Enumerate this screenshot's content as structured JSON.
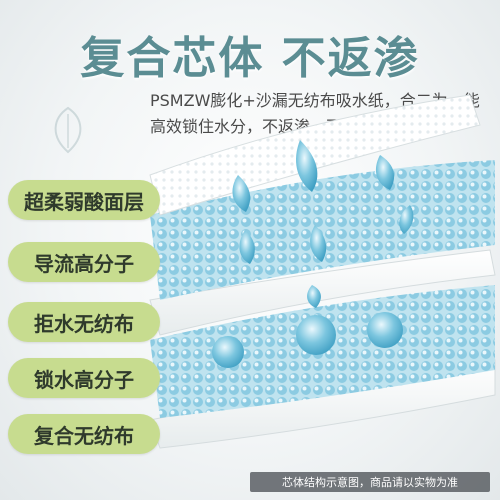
{
  "headline": "复合芯体 不返渗",
  "description": "PSMZW膨化+沙漏无纺布吸水纸，合二为一能高效锁住水分，不返渗，不断层",
  "layers": [
    {
      "label": "超柔弱酸面层"
    },
    {
      "label": "导流高分子"
    },
    {
      "label": "拒水无纺布"
    },
    {
      "label": "锁水高分子"
    },
    {
      "label": "复合无纺布"
    }
  ],
  "footer_note": "芯体结构示意图，商品请以实物为准",
  "colors": {
    "headline": "#5b8d93",
    "label_bg": "#c7dc8f",
    "bead_blue": "#9fd3e6",
    "drop_blue": "#5fb7d6"
  },
  "icons": [
    "water-drop-icon",
    "decorative-leaf-icon"
  ]
}
